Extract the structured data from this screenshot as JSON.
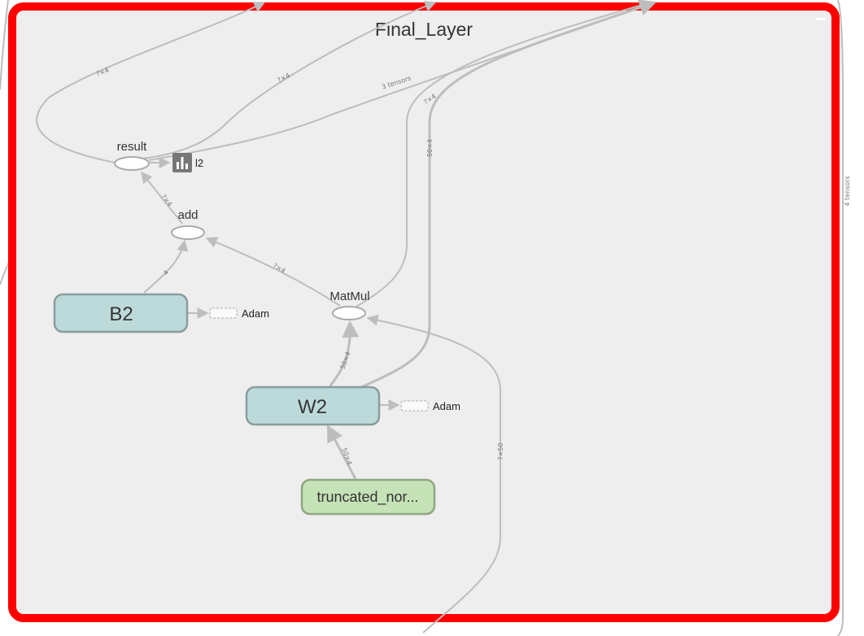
{
  "group": {
    "title": "Final_Layer",
    "outer_edge_label": "4 tensors"
  },
  "nodes": {
    "result": "result",
    "add": "add",
    "matmul": "MatMul",
    "b2": "B2",
    "w2": "W2",
    "truncated": "truncated_nor...",
    "summary": "l2",
    "adam_b2": "Adam",
    "adam_w2": "Adam"
  },
  "edge_labels": {
    "left_top": "?×4",
    "mid_top": "?×4",
    "three_tensors": "3 tensors",
    "right_top": "?×4",
    "w2_up": "50×4",
    "add_result": "?×4",
    "b2_add": "4",
    "matmul_add": "?×4",
    "w2_matmul": "50×4",
    "trunc_w2": "50×4",
    "input_matmul": "?×50"
  },
  "colors": {
    "group_border": "#ff0000",
    "group_fill": "#eeeeee",
    "variable_fill": "#bddadb",
    "constant_fill": "#c6e2b7",
    "summary_icon": "#777777"
  }
}
